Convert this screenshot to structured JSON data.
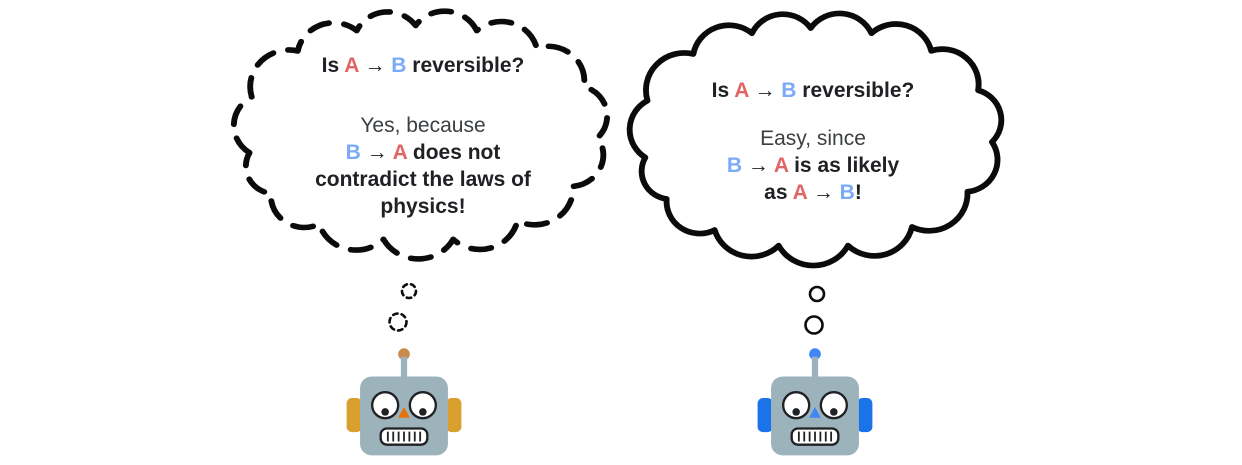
{
  "colors": {
    "a_letter": "#e06666",
    "b_letter": "#7baaf7",
    "text": "#202124",
    "intro_text": "#3c4043",
    "outline": "#0b0b0b",
    "robot_head": "#9db3bc"
  },
  "left_panel": {
    "bubble_style": "dashed",
    "question": {
      "t1": "Is ",
      "a": "A",
      "arrow": " → ",
      "b": "B",
      "t2": " reversible?"
    },
    "intro": "Yes, because",
    "answer": {
      "line1": {
        "b": "B",
        "arrow": " → ",
        "a": "A",
        "rest": " does not"
      },
      "line2": "contradict the laws of",
      "line3": "physics!"
    },
    "robot": {
      "ear_color": "#d9a02f",
      "nose_color": "#e8710a",
      "antenna_color": "#c98a4b"
    }
  },
  "right_panel": {
    "bubble_style": "solid",
    "question": {
      "t1": "Is ",
      "a": "A",
      "arrow": " → ",
      "b": "B",
      "t2": " reversible?"
    },
    "intro": "Easy, since",
    "answer": {
      "line1": {
        "b": "B",
        "arrow": " → ",
        "a": "A",
        "rest": " is as likely"
      },
      "line2": {
        "t1": "as ",
        "a": "A",
        "arrow": " → ",
        "b": "B",
        "t2": "!"
      }
    },
    "robot": {
      "ear_color": "#1a73e8",
      "nose_color": "#4285f4",
      "antenna_color": "#4285f4"
    }
  }
}
